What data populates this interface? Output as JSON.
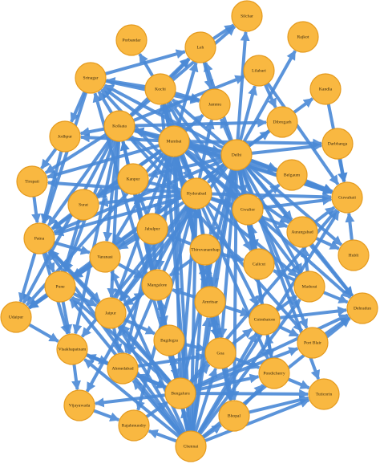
{
  "graph": {
    "colors": {
      "node_fill": "#f9b841",
      "node_stroke": "#e59b1f",
      "edge": "#4a89d6"
    },
    "nodes": [
      {
        "id": "Silchar",
        "label": "Silchar"
      },
      {
        "id": "Rajkot",
        "label": "Rajkot"
      },
      {
        "id": "Porbandar",
        "label": "Porbandar"
      },
      {
        "id": "Leh",
        "label": "Leh"
      },
      {
        "id": "Lilabari",
        "label": "Lilabari"
      },
      {
        "id": "Srinagar",
        "label": "Srinagar"
      },
      {
        "id": "Kochi",
        "label": "Kochi"
      },
      {
        "id": "Kandla",
        "label": "Kandla"
      },
      {
        "id": "Jammu",
        "label": "Jammu"
      },
      {
        "id": "Dibrugarh",
        "label": "Dibrugarh"
      },
      {
        "id": "Kolkata",
        "label": "Kolkata"
      },
      {
        "id": "Jodhpur",
        "label": "Jodhpur"
      },
      {
        "id": "Mumbai",
        "label": "Mumbai"
      },
      {
        "id": "Darbhanga",
        "label": "Darbhanga"
      },
      {
        "id": "Delhi",
        "label": "Delhi"
      },
      {
        "id": "Tirupati",
        "label": "Tirupati"
      },
      {
        "id": "Kanpur",
        "label": "Kanpur"
      },
      {
        "id": "Belgaum",
        "label": "Belgaum"
      },
      {
        "id": "Hyderabad",
        "label": "Hyderabad"
      },
      {
        "id": "Guwahati",
        "label": "Guwahati"
      },
      {
        "id": "Surat",
        "label": "Surat"
      },
      {
        "id": "Gwalior",
        "label": "Gwalior"
      },
      {
        "id": "Patna",
        "label": "Patna"
      },
      {
        "id": "Jabalpur",
        "label": "Jabalpur"
      },
      {
        "id": "Aurangabad",
        "label": "Aurangabad"
      },
      {
        "id": "Thiruvananthap",
        "label": "Thiruvananthap"
      },
      {
        "id": "Varanasi",
        "label": "Varanasi"
      },
      {
        "id": "Hubli",
        "label": "Hubli"
      },
      {
        "id": "Calicut",
        "label": "Calicut"
      },
      {
        "id": "Pune",
        "label": "Pune"
      },
      {
        "id": "Mangalore",
        "label": "Mangalore"
      },
      {
        "id": "Madurai",
        "label": "Madurai"
      },
      {
        "id": "Amritsar",
        "label": "Amritsar"
      },
      {
        "id": "Udaipur",
        "label": "Udaipur"
      },
      {
        "id": "Jaipur",
        "label": "Jaipur"
      },
      {
        "id": "Dehradun",
        "label": "Dehradun"
      },
      {
        "id": "Coimbatore",
        "label": "Coimbatore"
      },
      {
        "id": "Visakhapatnam",
        "label": "Visakhapatnam"
      },
      {
        "id": "Bagdogra",
        "label": "Bagdogra"
      },
      {
        "id": "PortBlair",
        "label": "Port Blair"
      },
      {
        "id": "Goa",
        "label": "Goa"
      },
      {
        "id": "Ahmedabad",
        "label": "Ahmedabad"
      },
      {
        "id": "Pondicherry",
        "label": "Pondicherry"
      },
      {
        "id": "Bengaluru",
        "label": "Bengaluru"
      },
      {
        "id": "Tuticorin",
        "label": "Tuticorin"
      },
      {
        "id": "Vijayawada",
        "label": "Vijayawada"
      },
      {
        "id": "Bhopal",
        "label": "Bhopal"
      },
      {
        "id": "Rajahmundry",
        "label": "Rajahmundry"
      },
      {
        "id": "Chennai",
        "label": "Chennai"
      }
    ],
    "edges": [
      [
        "Chennai",
        "Bengaluru"
      ],
      [
        "Chennai",
        "Mumbai"
      ],
      [
        "Chennai",
        "Delhi"
      ],
      [
        "Chennai",
        "Hyderabad"
      ],
      [
        "Chennai",
        "Kolkata"
      ],
      [
        "Chennai",
        "Kochi"
      ],
      [
        "Chennai",
        "Bhopal"
      ],
      [
        "Chennai",
        "Rajahmundry"
      ],
      [
        "Chennai",
        "Goa"
      ],
      [
        "Chennai",
        "Madurai"
      ],
      [
        "Chennai",
        "Tuticorin"
      ],
      [
        "Chennai",
        "Jaipur"
      ],
      [
        "Chennai",
        "Ahmedabad"
      ],
      [
        "Chennai",
        "Visakhapatnam"
      ],
      [
        "Chennai",
        "Pune"
      ],
      [
        "Chennai",
        "Patna"
      ],
      [
        "Chennai",
        "Varanasi"
      ],
      [
        "Chennai",
        "Mangalore"
      ],
      [
        "Chennai",
        "Amritsar"
      ],
      [
        "Chennai",
        "Coimbatore"
      ],
      [
        "Chennai",
        "Guwahati"
      ],
      [
        "Chennai",
        "Dehradun"
      ],
      [
        "Chennai",
        "Thiruvananthap"
      ],
      [
        "Bengaluru",
        "Mumbai"
      ],
      [
        "Bengaluru",
        "Delhi"
      ],
      [
        "Bengaluru",
        "Hyderabad"
      ],
      [
        "Bengaluru",
        "Kolkata"
      ],
      [
        "Bengaluru",
        "Srinagar"
      ],
      [
        "Bengaluru",
        "Tuticorin"
      ],
      [
        "Bengaluru",
        "Goa"
      ],
      [
        "Bengaluru",
        "Jaipur"
      ],
      [
        "Bengaluru",
        "Ahmedabad"
      ],
      [
        "Bengaluru",
        "Pune"
      ],
      [
        "Bengaluru",
        "Vijayawada"
      ],
      [
        "Bengaluru",
        "Patna"
      ],
      [
        "Bengaluru",
        "Guwahati"
      ],
      [
        "Bengaluru",
        "Dehradun"
      ],
      [
        "Bengaluru",
        "Bagdogra"
      ],
      [
        "Bengaluru",
        "PortBlair"
      ],
      [
        "Bengaluru",
        "Pondicherry"
      ],
      [
        "Bengaluru",
        "Visakhapatnam"
      ],
      [
        "Bengaluru",
        "Kanpur"
      ],
      [
        "Mumbai",
        "Delhi"
      ],
      [
        "Mumbai",
        "Hyderabad"
      ],
      [
        "Mumbai",
        "Kolkata"
      ],
      [
        "Mumbai",
        "Kochi"
      ],
      [
        "Mumbai",
        "Jodhpur"
      ],
      [
        "Mumbai",
        "Surat"
      ],
      [
        "Mumbai",
        "Patna"
      ],
      [
        "Mumbai",
        "Tirupati"
      ],
      [
        "Mumbai",
        "Leh"
      ],
      [
        "Mumbai",
        "Jammu"
      ],
      [
        "Mumbai",
        "Srinagar"
      ],
      [
        "Mumbai",
        "Jabalpur"
      ],
      [
        "Mumbai",
        "Mangalore"
      ],
      [
        "Mumbai",
        "Jaipur"
      ],
      [
        "Mumbai",
        "Ahmedabad"
      ],
      [
        "Mumbai",
        "Goa"
      ],
      [
        "Mumbai",
        "Udaipur"
      ],
      [
        "Mumbai",
        "Guwahati"
      ],
      [
        "Mumbai",
        "Dehradun"
      ],
      [
        "Mumbai",
        "Aurangabad"
      ],
      [
        "Mumbai",
        "Varanasi"
      ],
      [
        "Mumbai",
        "Amritsar"
      ],
      [
        "Mumbai",
        "Coimbatore"
      ],
      [
        "Mumbai",
        "Darbhanga"
      ],
      [
        "Mumbai",
        "Gwalior"
      ],
      [
        "Mumbai",
        "Belgaum"
      ],
      [
        "Delhi",
        "Hyderabad"
      ],
      [
        "Delhi",
        "Kolkata"
      ],
      [
        "Delhi",
        "Kochi"
      ],
      [
        "Delhi",
        "Leh"
      ],
      [
        "Delhi",
        "Srinagar"
      ],
      [
        "Delhi",
        "Jammu"
      ],
      [
        "Delhi",
        "Lilabari"
      ],
      [
        "Delhi",
        "Silchar"
      ],
      [
        "Delhi",
        "Dibrugarh"
      ],
      [
        "Delhi",
        "Guwahati"
      ],
      [
        "Delhi",
        "Darbhanga"
      ],
      [
        "Delhi",
        "Belgaum"
      ],
      [
        "Delhi",
        "Gwalior"
      ],
      [
        "Delhi",
        "Aurangabad"
      ],
      [
        "Delhi",
        "Hubli"
      ],
      [
        "Delhi",
        "Calicut"
      ],
      [
        "Delhi",
        "Madurai"
      ],
      [
        "Delhi",
        "Dehradun"
      ],
      [
        "Delhi",
        "Coimbatore"
      ],
      [
        "Delhi",
        "PortBlair"
      ],
      [
        "Delhi",
        "Patna"
      ],
      [
        "Delhi",
        "Pune"
      ],
      [
        "Delhi",
        "Jaipur"
      ],
      [
        "Delhi",
        "Amritsar"
      ],
      [
        "Delhi",
        "Kanpur"
      ],
      [
        "Delhi",
        "Rajkot"
      ],
      [
        "Delhi",
        "Kandla"
      ],
      [
        "Delhi",
        "Udaipur"
      ],
      [
        "Delhi",
        "Goa"
      ],
      [
        "Delhi",
        "Pondicherry"
      ],
      [
        "Delhi",
        "Bhopal"
      ],
      [
        "Delhi",
        "Tuticorin"
      ],
      [
        "Delhi",
        "Thiruvananthap"
      ],
      [
        "Hyderabad",
        "Kolkata"
      ],
      [
        "Hyderabad",
        "Kochi"
      ],
      [
        "Hyderabad",
        "Tirupati"
      ],
      [
        "Hyderabad",
        "Surat"
      ],
      [
        "Hyderabad",
        "Patna"
      ],
      [
        "Hyderabad",
        "Guwahati"
      ],
      [
        "Hyderabad",
        "Visakhapatnam"
      ],
      [
        "Hyderabad",
        "Vijayawada"
      ],
      [
        "Hyderabad",
        "Rajahmundry"
      ],
      [
        "Hyderabad",
        "Goa"
      ],
      [
        "Hyderabad",
        "Jaipur"
      ],
      [
        "Hyderabad",
        "Bhopal"
      ],
      [
        "Hyderabad",
        "Madurai"
      ],
      [
        "Hyderabad",
        "Pondicherry"
      ],
      [
        "Hyderabad",
        "Srinagar"
      ],
      [
        "Hyderabad",
        "Jammu"
      ],
      [
        "Hyderabad",
        "Ahmedabad"
      ],
      [
        "Hyderabad",
        "Udaipur"
      ],
      [
        "Hyderabad",
        "Gwalior"
      ],
      [
        "Hyderabad",
        "Aurangabad"
      ],
      [
        "Kolkata",
        "Srinagar"
      ],
      [
        "Kolkata",
        "Leh"
      ],
      [
        "Kolkata",
        "Jodhpur"
      ],
      [
        "Kolkata",
        "Tirupati"
      ],
      [
        "Kolkata",
        "Patna"
      ],
      [
        "Kolkata",
        "Guwahati"
      ],
      [
        "Kolkata",
        "Dibrugarh"
      ],
      [
        "Kolkata",
        "Lilabari"
      ],
      [
        "Kolkata",
        "Silchar"
      ],
      [
        "Kolkata",
        "Jaipur"
      ],
      [
        "Kolkata",
        "Visakhapatnam"
      ],
      [
        "Kolkata",
        "Bagdogra"
      ],
      [
        "Kolkata",
        "PortBlair"
      ],
      [
        "Kolkata",
        "Varanasi"
      ],
      [
        "Kolkata",
        "Udaipur"
      ],
      [
        "Kolkata",
        "Pune"
      ],
      [
        "Kochi",
        "Srinagar"
      ],
      [
        "Kochi",
        "Leh"
      ],
      [
        "Kochi",
        "Jammu"
      ],
      [
        "Kochi",
        "Goa"
      ],
      [
        "Kochi",
        "Madurai"
      ],
      [
        "Kochi",
        "Calicut"
      ],
      [
        "Kochi",
        "Bhopal"
      ],
      [
        "Kochi",
        "Porbandar"
      ],
      [
        "Srinagar",
        "Leh"
      ],
      [
        "Srinagar",
        "Jammu"
      ],
      [
        "Srinagar",
        "Patna"
      ],
      [
        "Srinagar",
        "Jodhpur"
      ],
      [
        "Leh",
        "Jammu"
      ],
      [
        "Leh",
        "Silchar"
      ],
      [
        "Lilabari",
        "Dibrugarh"
      ],
      [
        "Lilabari",
        "Guwahati"
      ],
      [
        "Kandla",
        "Guwahati"
      ],
      [
        "Darbhanga",
        "Guwahati"
      ],
      [
        "Belgaum",
        "Guwahati"
      ],
      [
        "Jodhpur",
        "Patna"
      ],
      [
        "Jodhpur",
        "Tirupati"
      ],
      [
        "Tirupati",
        "Patna"
      ],
      [
        "Surat",
        "Patna"
      ],
      [
        "Surat",
        "Pune"
      ],
      [
        "Patna",
        "Pune"
      ],
      [
        "Patna",
        "Udaipur"
      ],
      [
        "Patna",
        "Varanasi"
      ],
      [
        "Patna",
        "Visakhapatnam"
      ],
      [
        "Patna",
        "Jaipur"
      ],
      [
        "Pune",
        "Udaipur"
      ],
      [
        "Pune",
        "Visakhapatnam"
      ],
      [
        "Pune",
        "Jaipur"
      ],
      [
        "Udaipur",
        "Visakhapatnam"
      ],
      [
        "Visakhapatnam",
        "Vijayawada"
      ],
      [
        "Visakhapatnam",
        "Ahmedabad"
      ],
      [
        "Visakhapatnam",
        "Bengaluru"
      ],
      [
        "Vijayawada",
        "Rajahmundry"
      ],
      [
        "Rajahmundry",
        "Bengaluru"
      ],
      [
        "Jaipur",
        "Ahmedabad"
      ],
      [
        "Jaipur",
        "Bagdogra"
      ],
      [
        "Jaipur",
        "Mangalore"
      ],
      [
        "Ahmedabad",
        "Bengaluru"
      ],
      [
        "Ahmedabad",
        "Goa"
      ],
      [
        "Bagdogra",
        "Goa"
      ],
      [
        "Bagdogra",
        "Bengaluru"
      ],
      [
        "Goa",
        "Bhopal"
      ],
      [
        "Goa",
        "Pondicherry"
      ],
      [
        "Goa",
        "Amritsar"
      ],
      [
        "Goa",
        "Coimbatore"
      ],
      [
        "Bhopal",
        "Tuticorin"
      ],
      [
        "Bhopal",
        "Pondicherry"
      ],
      [
        "Pondicherry",
        "Coimbatore"
      ],
      [
        "Pondicherry",
        "Tuticorin"
      ],
      [
        "Coimbatore",
        "PortBlair"
      ],
      [
        "Coimbatore",
        "Dehradun"
      ],
      [
        "Coimbatore",
        "Madurai"
      ],
      [
        "PortBlair",
        "Dehradun"
      ],
      [
        "Madurai",
        "Dehradun"
      ],
      [
        "Madurai",
        "Aurangabad"
      ],
      [
        "Madurai",
        "Calicut"
      ],
      [
        "Aurangabad",
        "Guwahati"
      ],
      [
        "Aurangabad",
        "Hubli"
      ],
      [
        "Aurangabad",
        "Dehradun"
      ],
      [
        "Hubli",
        "Guwahati"
      ],
      [
        "Calicut",
        "Gwalior"
      ],
      [
        "Gwalior",
        "Guwahati"
      ],
      [
        "Gwalior",
        "Belgaum"
      ],
      [
        "Amritsar",
        "Coimbatore"
      ],
      [
        "Amritsar",
        "Mangalore"
      ],
      [
        "Amritsar",
        "Thiruvananthap"
      ],
      [
        "Thiruvananthap",
        "Calicut"
      ],
      [
        "Thiruvananthap",
        "Jabalpur"
      ],
      [
        "Thiruvananthap",
        "Mangalore"
      ],
      [
        "Jabalpur",
        "Kanpur"
      ],
      [
        "Jabalpur",
        "Varanasi"
      ],
      [
        "Jabalpur",
        "Mangalore"
      ],
      [
        "Kanpur",
        "Surat"
      ],
      [
        "Kanpur",
        "Hyderabad"
      ],
      [
        "Varanasi",
        "Mangalore"
      ],
      [
        "Varanasi",
        "Pune"
      ],
      [
        "Mangalore",
        "Jaipur"
      ]
    ]
  }
}
